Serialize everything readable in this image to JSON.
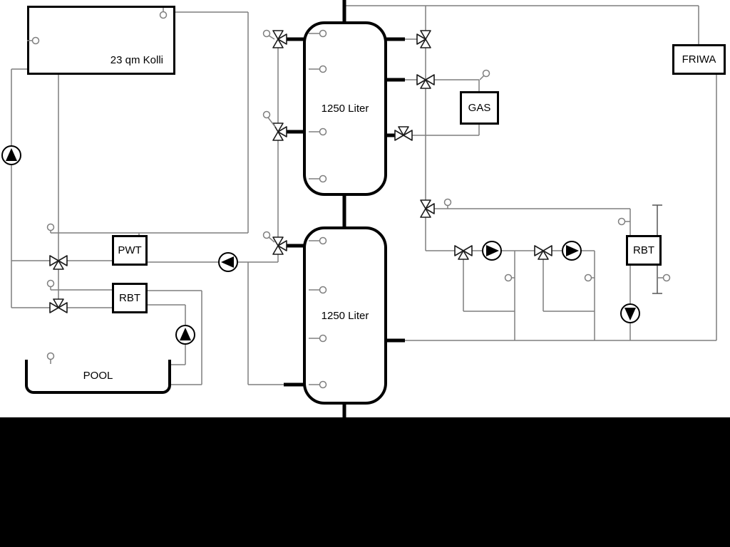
{
  "colors": {
    "sheet_background": "#ffffff",
    "page_background": "#000000",
    "pipe_line": "#7f7f7f",
    "component_outline": "#000000"
  },
  "icons": {
    "pump": "circle with solid directional triangle",
    "three_way_valve": "bowtie of hollow triangles with third port triangle",
    "temperature_sensor": "small hollow circle on a stub line",
    "heater_element": "vertical line with end ticks"
  },
  "components": {
    "collector": {
      "label": "23 qm Kolli"
    },
    "buffer_tank_top": {
      "label": "1250 Liter"
    },
    "buffer_tank_bottom": {
      "label": "1250 Liter"
    },
    "pwt_heat_exchanger": {
      "label": "PWT"
    },
    "rbt_left": {
      "label": "RBT"
    },
    "rbt_right": {
      "label": "RBT"
    },
    "gas_boiler": {
      "label": "GAS"
    },
    "friwa_station": {
      "label": "FRIWA"
    },
    "pool": {
      "label": "POOL"
    }
  }
}
